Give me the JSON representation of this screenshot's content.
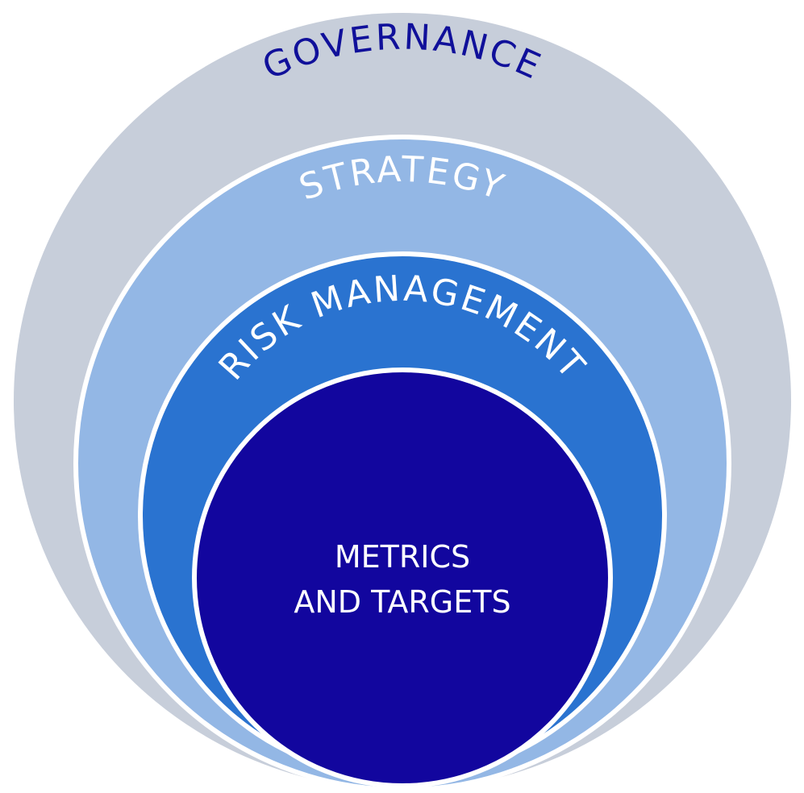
{
  "diagram": {
    "layers": [
      {
        "id": "governance",
        "label": "GOVERNANCE",
        "fill": "#c7ceda",
        "text_color": "#10109a"
      },
      {
        "id": "strategy",
        "label": "STRATEGY",
        "fill": "#93b7e5",
        "text_color": "#ffffff"
      },
      {
        "id": "risk-management",
        "label": "RISK MANAGEMENT",
        "fill": "#2a73d0",
        "text_color": "#ffffff"
      },
      {
        "id": "metrics-and-targets",
        "label_line_1": "METRICS",
        "label_line_2": "AND TARGETS",
        "fill": "#12069e",
        "text_color": "#ffffff"
      }
    ],
    "separator_color": "#ffffff"
  }
}
